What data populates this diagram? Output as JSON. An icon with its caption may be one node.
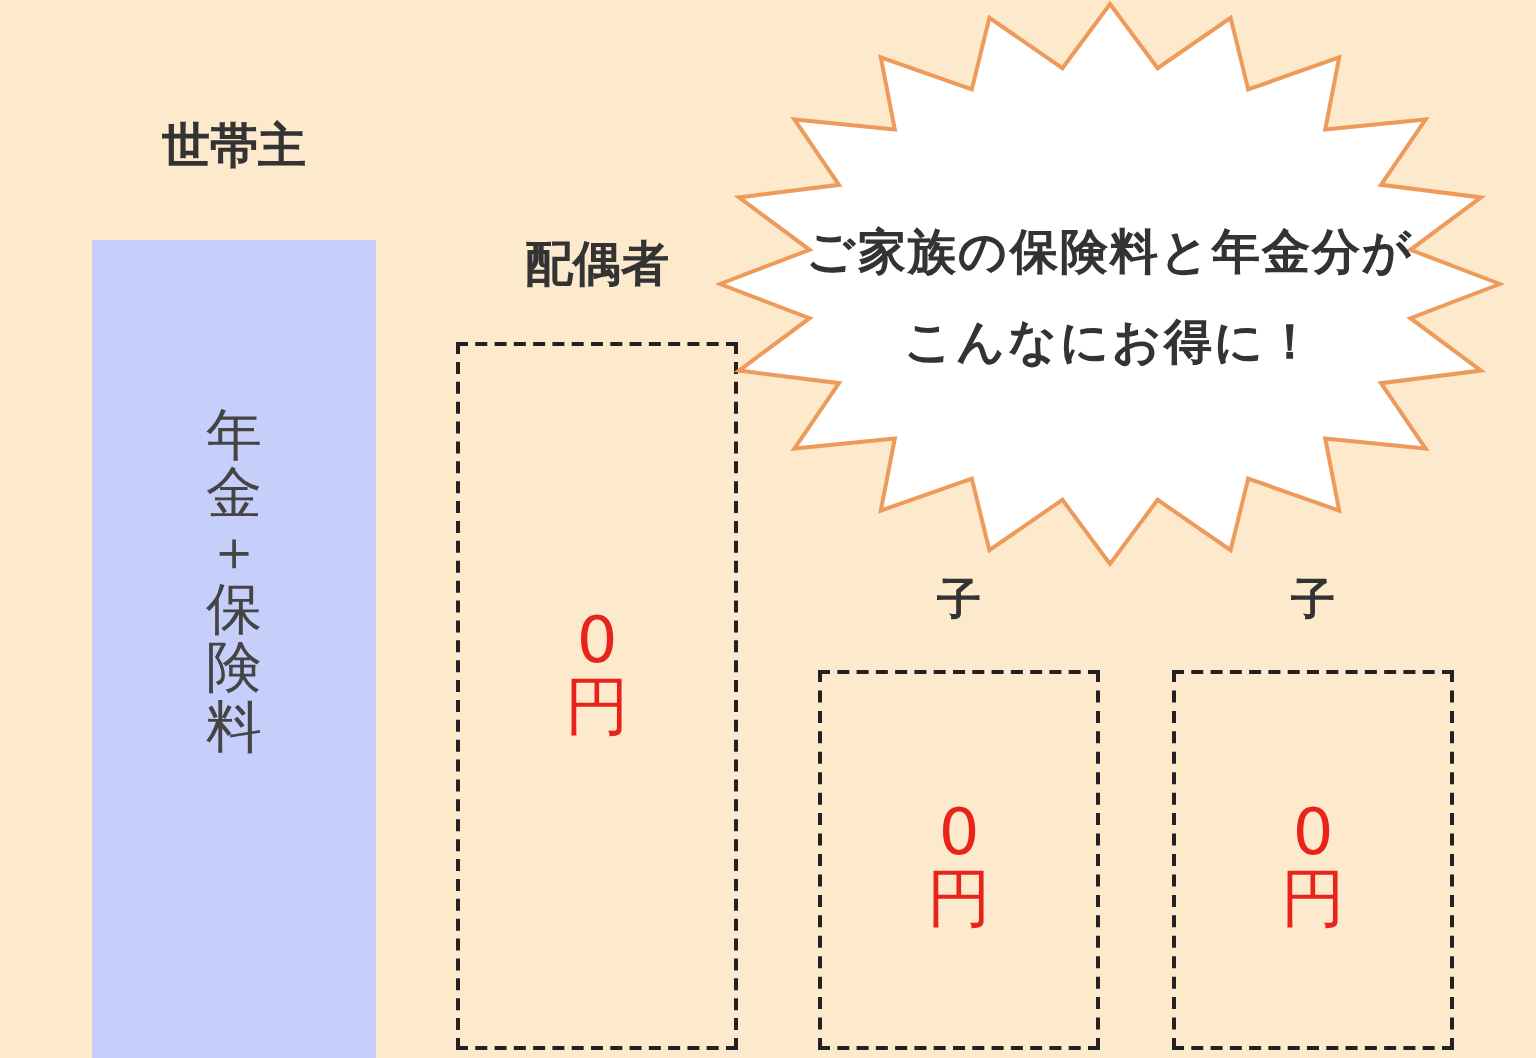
{
  "diagram": {
    "nodes": [
      {
        "text": [
          "世帯主",
          "年金＋保険料"
        ]
      },
      {
        "text": [
          "配偶者",
          "0円"
        ]
      },
      {
        "text": [
          "子",
          "0円"
        ]
      },
      {
        "text": [
          "子",
          "0円"
        ]
      },
      {
        "text": [
          "ご家族の保険料と年金分がこんなにお得に！"
        ]
      }
    ]
  }
}
